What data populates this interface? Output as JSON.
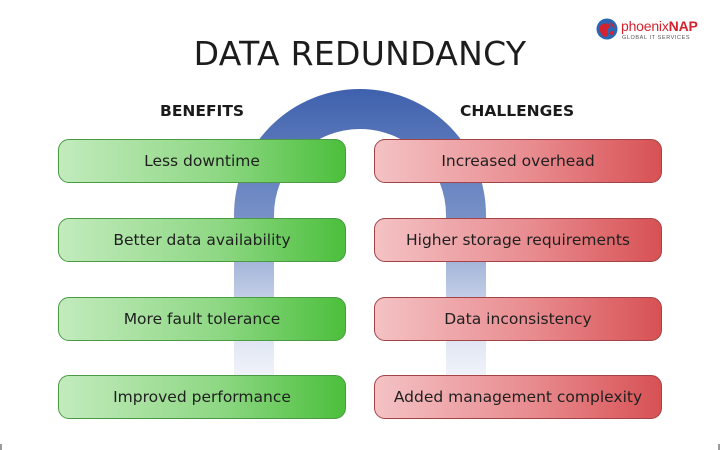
{
  "logo": {
    "name_part1": "phoenix",
    "name_part2": "NAP",
    "tagline": "GLOBAL IT SERVICES",
    "colors": {
      "red": "#d4232f",
      "blue": "#2a66b3"
    }
  },
  "diagram": {
    "title": "DATA REDUNDANCY",
    "benefits": {
      "heading": "BENEFITS",
      "items": [
        "Less downtime",
        "Better data availability",
        "More fault tolerance",
        "Improved performance"
      ]
    },
    "challenges": {
      "heading": "CHALLENGES",
      "items": [
        "Increased overhead",
        "Higher storage requirements",
        "Data inconsistency",
        "Added management complexity"
      ]
    },
    "colors": {
      "arch": "#3f61ad",
      "benefit_fill": "#6ccc60",
      "benefit_border": "#4a9a44",
      "challenge_fill": "#e07074",
      "challenge_border": "#a34346"
    }
  }
}
